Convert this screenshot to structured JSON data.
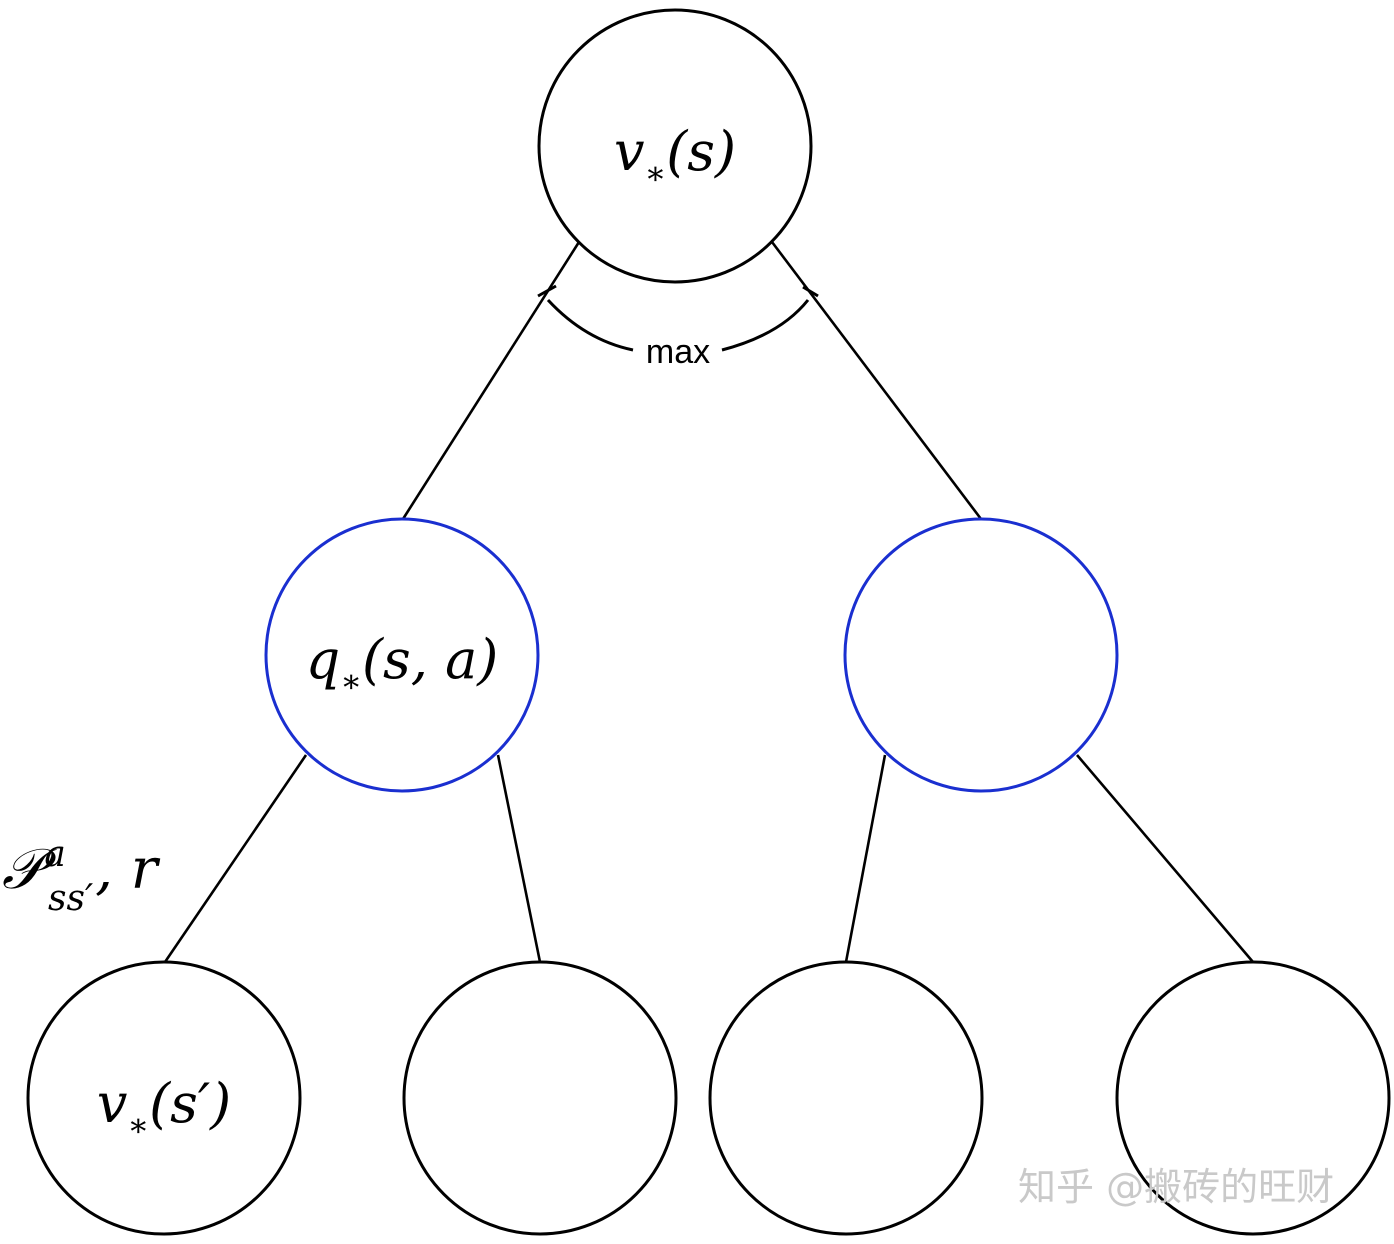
{
  "diagram": {
    "root_label": "v∗(s)",
    "root_label_parts": {
      "main": "v",
      "sub": "∗",
      "arg": "(s)"
    },
    "max_label": "max",
    "action_label": "q∗(s, a)",
    "action_label_parts": {
      "main": "q",
      "sub": "∗",
      "arg": "(s, a)"
    },
    "transition_label": "P^a_{ss'}, r",
    "transition_label_parts": {
      "main": "𝒫",
      "sup": "a",
      "sub": "ss′",
      "rest": ", r"
    },
    "leaf_label": "v∗(s′)",
    "leaf_label_parts": {
      "main": "v",
      "sub": "∗",
      "arg": "(s′)"
    }
  },
  "watermark": "知乎 @搬砖的旺财",
  "colors": {
    "state_outline": "#000000",
    "action_outline": "#1a2fd0",
    "watermark": "#c9c9c9"
  }
}
